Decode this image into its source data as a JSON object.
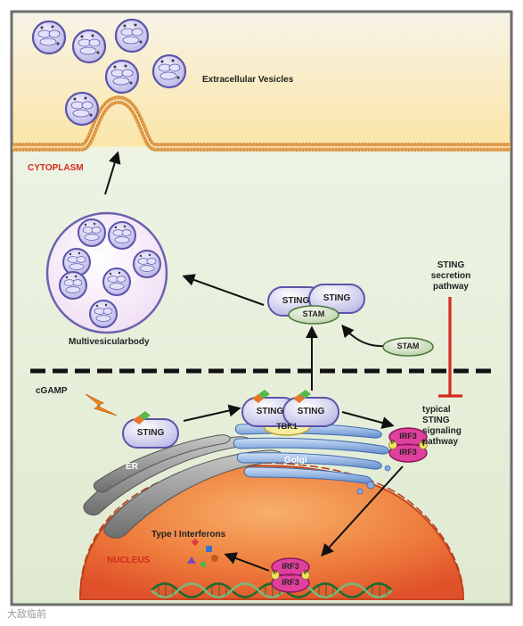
{
  "labels": {
    "extracellular_vesicles": "Extracellular Vesicles",
    "cytoplasm": "CYTOPLASM",
    "multivesicular_body": "Multivesicularbody",
    "sting_secretion_pathway": [
      "STING",
      "secretion",
      "pathway"
    ],
    "typical_sting_signaling_pathway": [
      "typical",
      "STING",
      "signaling",
      "pathway"
    ],
    "cgamp": "cGAMP",
    "sting": "STING",
    "stam": "STAM",
    "tbk1": "TBK1",
    "irf3": "IRF3",
    "p": "P",
    "er": "ER",
    "golgi": "Golgi",
    "type_i_interferons": "Type I Interferons",
    "nucleus": "NUCLEUS"
  },
  "watermark": "大敌临前",
  "colors": {
    "extracellular_bg": "#fbe9b3",
    "cytoplasm_bg": "#e6efd6",
    "membrane": "#d98a2a",
    "nucleus": "#e2532a",
    "sting_protein": "#c7c6ee",
    "stam_protein": "#d2e3c4",
    "tbk1": "#f7eba0",
    "irf3": "#e03f9e",
    "golgi": "#6f96d4",
    "er": "#8a8a8a",
    "inhibition_line": "#d42a1c",
    "label_red": "#d42a1c"
  }
}
